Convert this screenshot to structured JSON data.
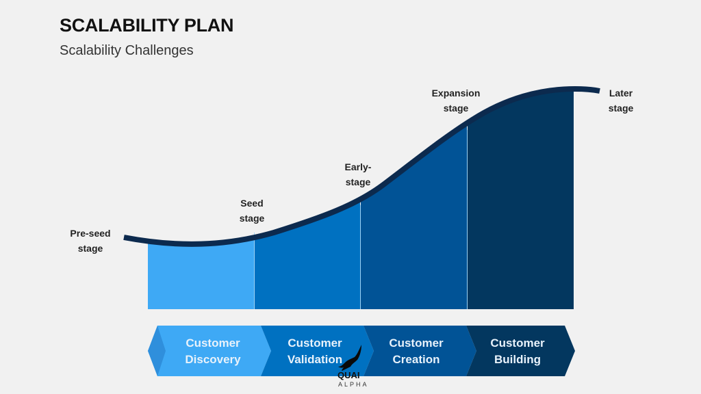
{
  "header": {
    "title": "SCALABILITY PLAN",
    "subtitle": "Scalability Challenges"
  },
  "stages": [
    {
      "label": "Pre-seed\nstage"
    },
    {
      "label": "Seed\nstage"
    },
    {
      "label": "Early-\nstage"
    },
    {
      "label": "Expansion\nstage"
    },
    {
      "label": "Later\nstage"
    }
  ],
  "columns": [
    {
      "color": "#3ea9f5"
    },
    {
      "color": "#0071c1"
    },
    {
      "color": "#015396"
    },
    {
      "color": "#03375f"
    }
  ],
  "chevrons": [
    {
      "label": "Customer\nDiscovery",
      "color": "#3ea9f5"
    },
    {
      "label": "Customer\nValidation",
      "color": "#0071c1"
    },
    {
      "label": "Customer\nCreation",
      "color": "#015396"
    },
    {
      "label": "Customer\nBuilding",
      "color": "#03375f"
    }
  ],
  "curve_color": "#0c2a4e",
  "logo": {
    "name": "QUAI",
    "sub": "ALPHA"
  }
}
